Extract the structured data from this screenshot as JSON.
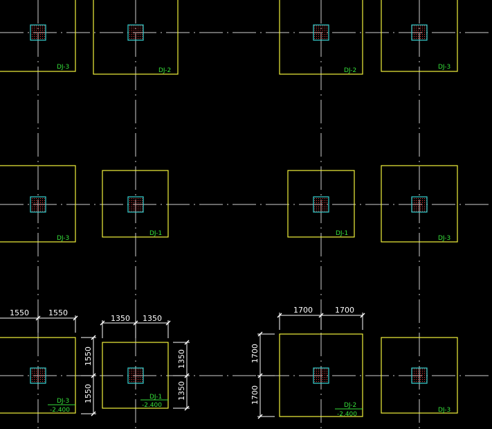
{
  "colors": {
    "background": "#000000",
    "axis": "#cfcfcf",
    "footing_outline": "#f2f23c",
    "column_outline": "#39d4d4",
    "column_hatch": "#e23b3b",
    "label_text": "#36e03a",
    "dimension": "#ffffff"
  },
  "footings": [
    {
      "label": "DJ-3"
    },
    {
      "label": "DJ-2"
    },
    {
      "label": "DJ-2"
    },
    {
      "label": "DJ-3"
    },
    {
      "label": "DJ-3"
    },
    {
      "label": "DJ-1"
    },
    {
      "label": "DJ-1"
    },
    {
      "label": "DJ-3"
    },
    {
      "label": "DJ-3",
      "elevation": "-2.400"
    },
    {
      "label": "DJ-1",
      "elevation": "-2.400"
    },
    {
      "label": "DJ-2",
      "elevation": "-2.400"
    },
    {
      "label": "DJ-3"
    }
  ],
  "dimensions": {
    "dj3_top": [
      "1550",
      "1550"
    ],
    "dj3_side": [
      "1550",
      "1550"
    ],
    "dj1_top": [
      "1350",
      "1350"
    ],
    "dj1_side": [
      "1350",
      "1350"
    ],
    "dj2_top": [
      "1700",
      "1700"
    ],
    "dj2_side": [
      "1700",
      "1700"
    ]
  }
}
